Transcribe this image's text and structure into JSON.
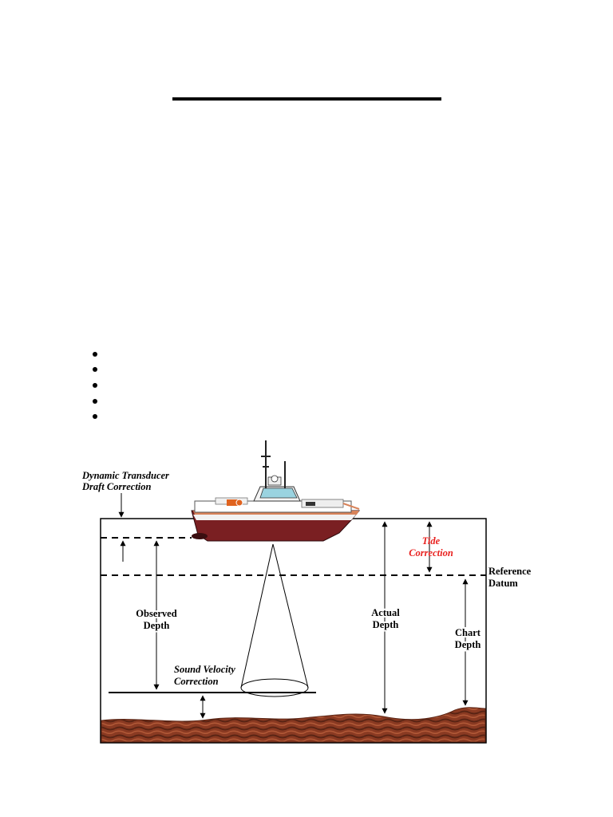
{
  "bullets": [
    {
      "id": "b1",
      "text": ""
    },
    {
      "id": "b2",
      "text": ""
    },
    {
      "id": "b3",
      "text": ""
    },
    {
      "id": "b4",
      "text": ""
    },
    {
      "id": "b5",
      "text": ""
    }
  ],
  "diagram": {
    "labels": {
      "dynamic_transducer_line1": "Dynamic Transducer",
      "dynamic_transducer_line2": "Draft Correction",
      "tide_line1": "Tide",
      "tide_line2": "Correction",
      "reference_line1": "Reference",
      "reference_line2": "Datum",
      "observed_line1": "Observed",
      "observed_line2": "Depth",
      "actual_line1": "Actual",
      "actual_line2": "Depth",
      "chart_line1": "Chart",
      "chart_line2": "Depth",
      "sound_line1": "Sound Velocity",
      "sound_line2": "Correction"
    },
    "colors": {
      "tide_text": "#e8201e",
      "hull": "#7a1f22",
      "hull_stripe": "#d8835a",
      "seabed": "#8a3a22"
    },
    "icons": [
      "survey-boat",
      "sonar-beam",
      "seabed"
    ]
  }
}
